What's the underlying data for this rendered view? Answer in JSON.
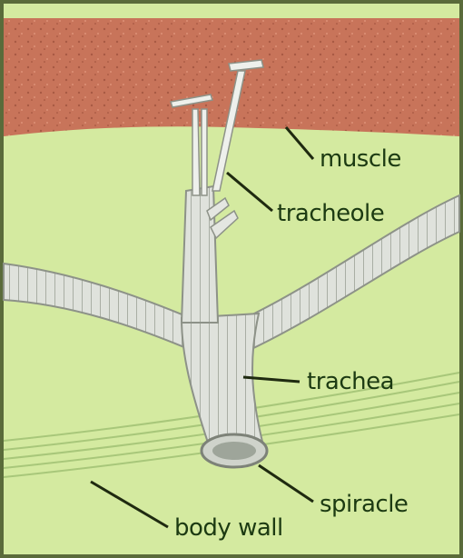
{
  "labels": {
    "muscle": "muscle",
    "tracheole": "tracheole",
    "trachea": "trachea",
    "spiracle": "spiracle",
    "body_wall": "body wall"
  },
  "colors": {
    "background": "#d4eaa0",
    "muscle": "#c8745a",
    "tube": "#d9dcd6",
    "tube_shadow": "#9ea59a",
    "leader_line": "#1f2a10",
    "label_text": "#1c3a12",
    "border": "#5a6b3a"
  }
}
